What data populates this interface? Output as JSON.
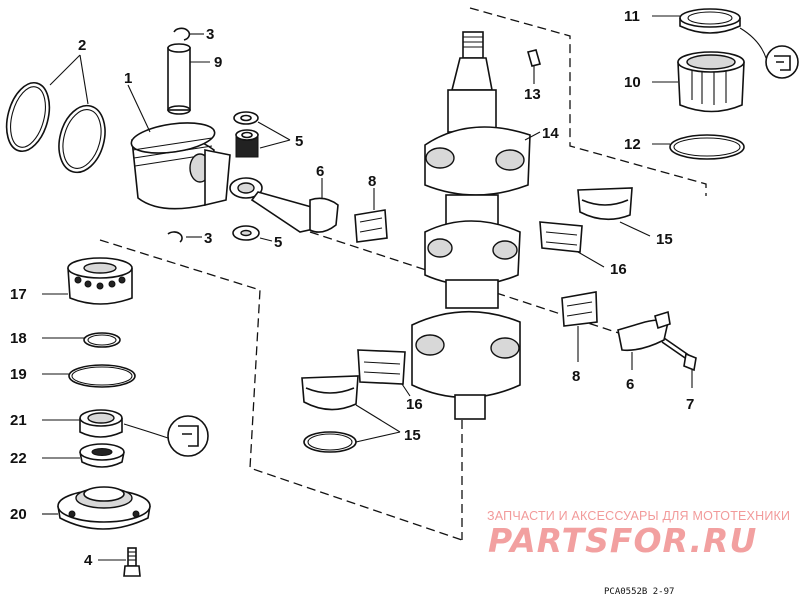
{
  "parts": [
    {
      "id": "ring-pair-2",
      "label": "2"
    },
    {
      "id": "piston-1",
      "label": "1"
    },
    {
      "id": "lock-ring-top-3",
      "label": "3"
    },
    {
      "id": "piston-pin-9",
      "label": "9"
    },
    {
      "id": "bearing-upper-5",
      "label": "5"
    },
    {
      "id": "rod-6",
      "label": "6"
    },
    {
      "id": "bearing-half-8",
      "label": "8"
    },
    {
      "id": "lock-ring-bottom-3",
      "label": "3"
    },
    {
      "id": "washer-bottom-5",
      "label": "5"
    },
    {
      "id": "crankshaft-14",
      "label": "14"
    },
    {
      "id": "key-13",
      "label": "13"
    },
    {
      "id": "seal-11",
      "label": "11"
    },
    {
      "id": "bearing-10",
      "label": "10"
    },
    {
      "id": "ring-12",
      "label": "12"
    },
    {
      "id": "race-15-upper",
      "label": "15"
    },
    {
      "id": "race-16-upper",
      "label": "16"
    },
    {
      "id": "bearing-17",
      "label": "17"
    },
    {
      "id": "ring-18",
      "label": "18"
    },
    {
      "id": "oring-19",
      "label": "19"
    },
    {
      "id": "seal-21",
      "label": "21"
    },
    {
      "id": "seal-22",
      "label": "22"
    },
    {
      "id": "housing-20",
      "label": "20"
    },
    {
      "id": "bolt-4",
      "label": "4"
    },
    {
      "id": "bearing-half-8-lower",
      "label": "8"
    },
    {
      "id": "rod-cap-6",
      "label": "6"
    },
    {
      "id": "screw-7",
      "label": "7"
    },
    {
      "id": "race-16-lower",
      "label": "16"
    },
    {
      "id": "ring-15-lower",
      "label": "15"
    }
  ],
  "watermark": {
    "tagline": "ЗАПЧАСТИ И АКСЕССУАРЫ ДЛЯ МОТОТЕХНИКИ",
    "brand": "PARTSFOR.RU"
  },
  "drawing_code": "PCA0552B  2-97"
}
